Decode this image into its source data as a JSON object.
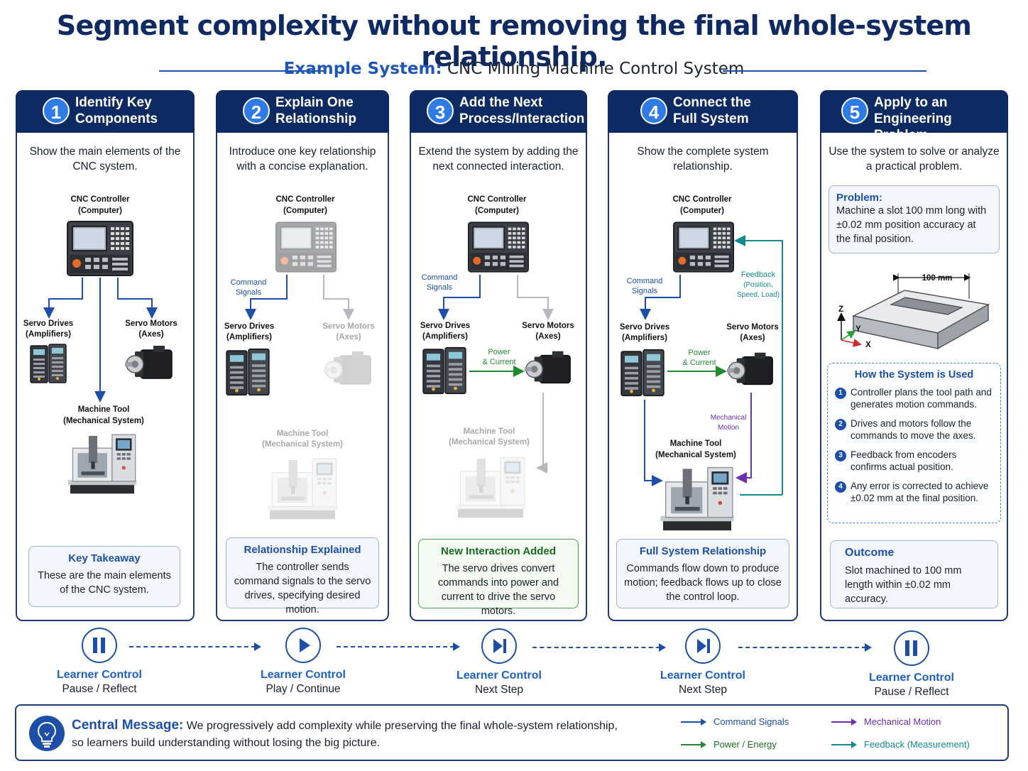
{
  "title": "Segment complexity without removing the final whole-system relationship.",
  "subtitle": {
    "prefix": "Example System:",
    "text": "CNC Milling Machine Control System"
  },
  "labels": {
    "controller_1": "CNC Controller",
    "controller_2": "(Computer)",
    "drives_1": "Servo Drives",
    "drives_2": "(Amplifiers)",
    "motors_1": "Servo Motors",
    "motors_2": "(Axes)",
    "tool_1": "Machine Tool",
    "tool_2": "(Mechanical System)",
    "command_1": "Command",
    "command_2": "Signals",
    "power_1": "Power",
    "power_2": "& Current",
    "feedback_1": "Feedback",
    "feedback_2": "(Position,",
    "feedback_3": "Speed, Load)",
    "mech_1": "Mechanical",
    "mech_2": "Motion",
    "dim_100": "100 mm",
    "axis_z": "Z",
    "axis_y": "Y",
    "axis_x": "X"
  },
  "panels": [
    {
      "number": "1",
      "title_1": "Identify Key",
      "title_2": "Components",
      "desc": "Show the main elements of the CNC system.",
      "box_title": "Key Takeaway",
      "box_body": "These are the main elements of the CNC system."
    },
    {
      "number": "2",
      "title_1": "Explain One",
      "title_2": "Relationship",
      "desc": "Introduce one key relationship with a concise explanation.",
      "box_title": "Relationship Explained",
      "box_body": "The controller sends command signals to the servo drives, specifying desired motion."
    },
    {
      "number": "3",
      "title_1": "Add the Next",
      "title_2": "Process/Interaction",
      "desc": "Extend the system by adding the next connected interaction.",
      "box_title": "New Interaction Added",
      "box_body": "The servo drives convert commands into power and current to drive the servo motors."
    },
    {
      "number": "4",
      "title_1": "Connect the",
      "title_2": "Full System",
      "desc": "Show the complete system relationship.",
      "box_title": "Full System Relationship",
      "box_body": "Commands flow down to produce motion; feedback flows up to close the control loop."
    },
    {
      "number": "5",
      "title_1": "Apply to an",
      "title_2": "Engineering Problem",
      "desc": "Use the system to solve or analyze a practical problem.",
      "problem_title": "Problem:",
      "problem_body": "Machine a slot 100 mm long with ±0.02 mm position accuracy at the final position.",
      "how_title": "How the System is Used",
      "how_items": [
        {
          "n": "1",
          "text": "Controller plans the tool path and generates motion commands."
        },
        {
          "n": "2",
          "text": "Drives and motors follow the commands to move the axes."
        },
        {
          "n": "3",
          "text": "Feedback from encoders confirms actual position."
        },
        {
          "n": "4",
          "text": "Any error is corrected to achieve ±0.02 mm at the final position."
        }
      ],
      "box_title": "Outcome",
      "box_body": "Slot machined to 100 mm length within ±0.02 mm accuracy."
    }
  ],
  "controls": [
    {
      "icon": "pause-icon",
      "title": "Learner Control",
      "sub": "Pause / Reflect"
    },
    {
      "icon": "play-icon",
      "title": "Learner Control",
      "sub": "Play / Continue"
    },
    {
      "icon": "next-step-icon",
      "title": "Learner Control",
      "sub": "Next Step"
    },
    {
      "icon": "next-step-icon",
      "title": "Learner Control",
      "sub": "Next Step"
    },
    {
      "icon": "pause-icon",
      "title": "Learner Control",
      "sub": "Pause / Reflect"
    }
  ],
  "central": {
    "title": "Central Message:",
    "text_1": "We progressively add complexity while preserving the final whole-system relationship,",
    "text_2": "so learners build understanding without losing the big picture."
  },
  "legend": [
    {
      "label": "Command Signals",
      "color": "#1d4fa8"
    },
    {
      "label": "Mechanical Motion",
      "color": "#6a2fb0"
    },
    {
      "label": "Power / Energy",
      "color": "#1f8a2e"
    },
    {
      "label": "Feedback (Measurement)",
      "color": "#128a8f"
    }
  ],
  "colors": {
    "navy": "#0e2a62",
    "command": "#1d4fa8",
    "power": "#1f8a2e",
    "feedback": "#128a8f",
    "mechanical": "#6a2fb0"
  }
}
